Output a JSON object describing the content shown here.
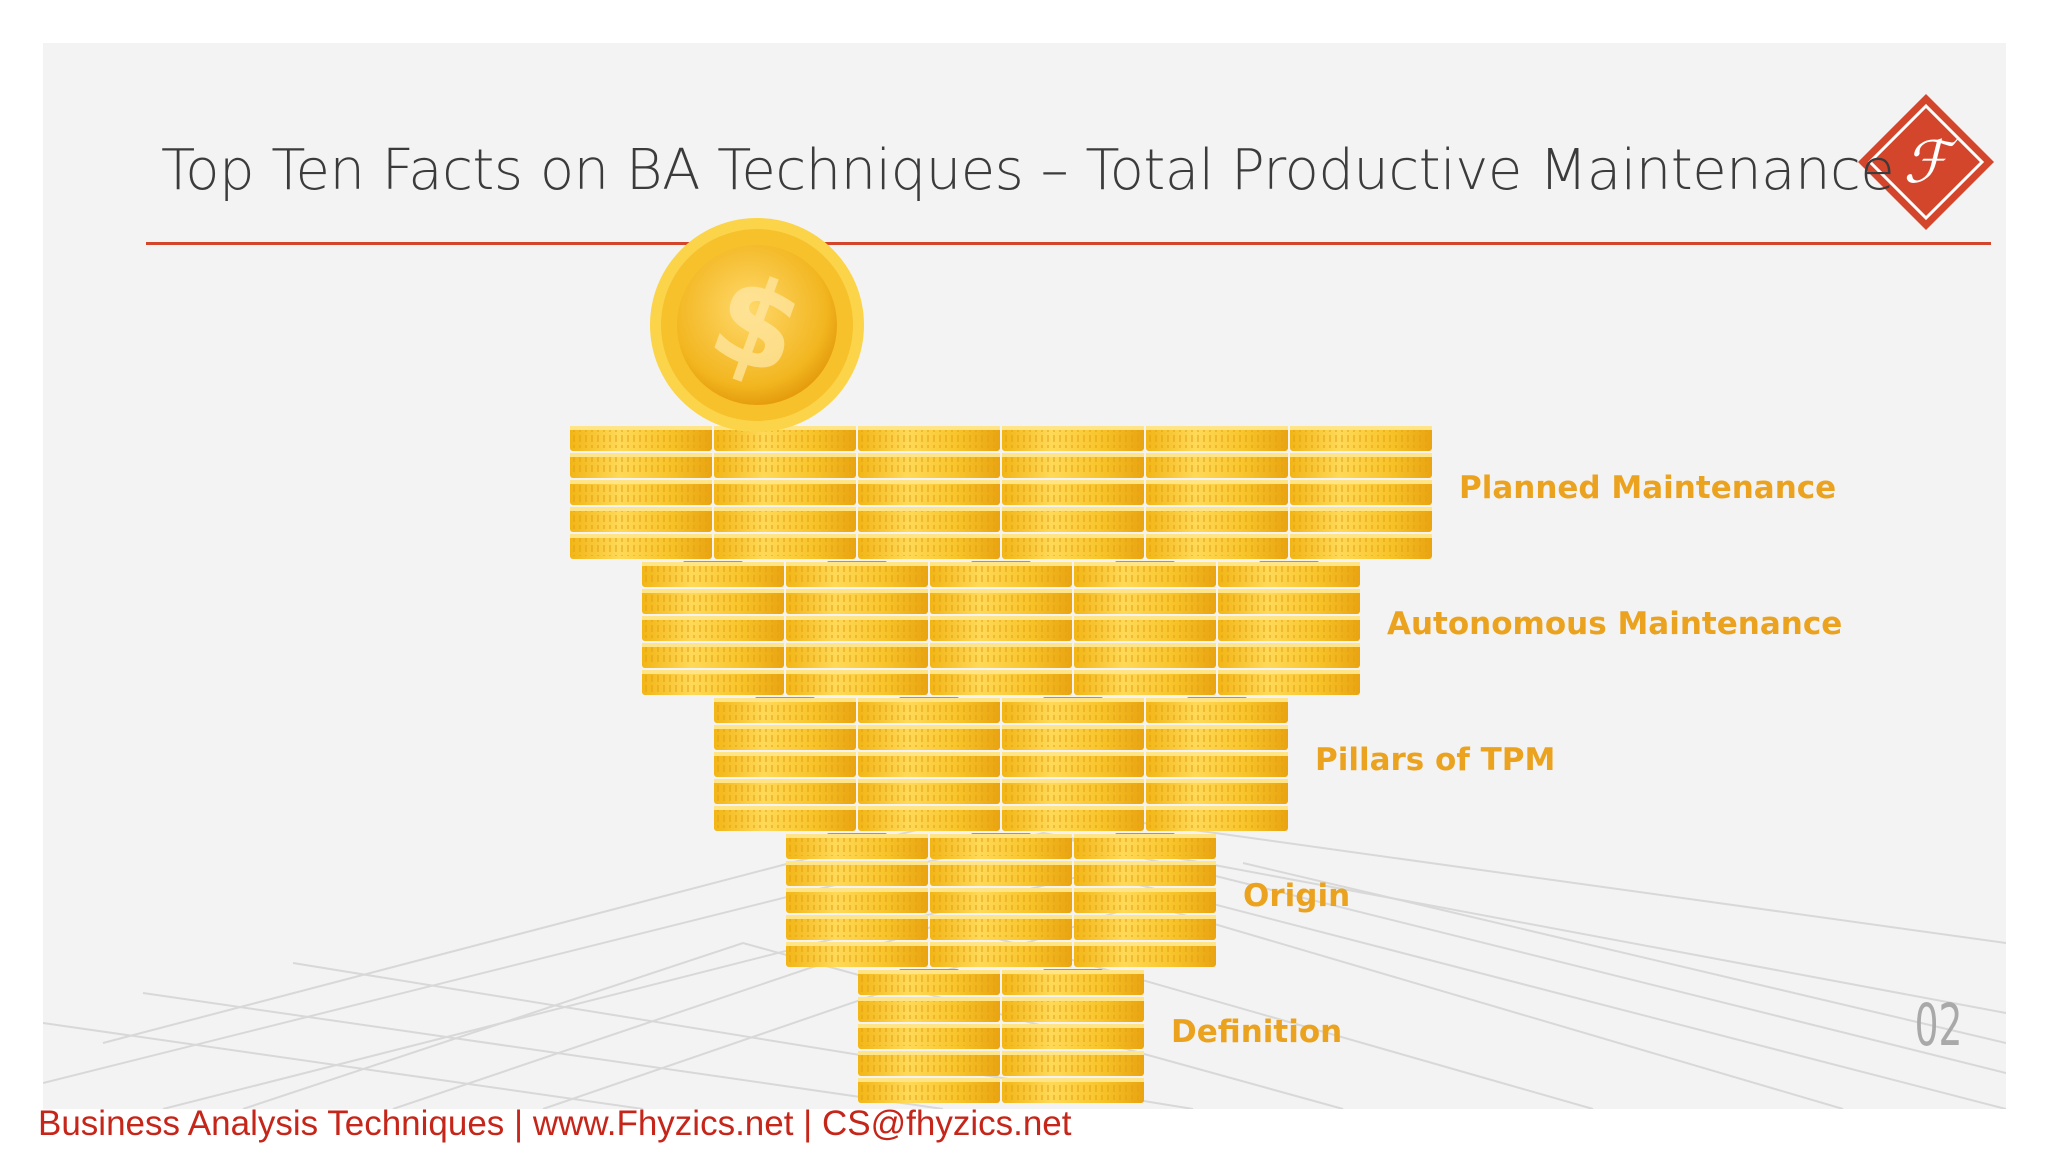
{
  "slide": {
    "title": "Top Ten Facts on BA Techniques – Total Productive Maintenance",
    "logo_letter": "ℱ",
    "page_number": "02"
  },
  "pyramid": {
    "levels": [
      {
        "label": "Planned Maintenance",
        "stacks": 6
      },
      {
        "label": "Autonomous Maintenance",
        "stacks": 5
      },
      {
        "label": "Pillars of TPM",
        "stacks": 4
      },
      {
        "label": "Origin",
        "stacks": 3
      },
      {
        "label": "Definition",
        "stacks": 2
      }
    ],
    "top_coin_icon": "dollar-coin-icon"
  },
  "footer": {
    "text": "Business Analysis Techniques | www.Fhyzics.net | CS@fhyzics.net"
  },
  "colors": {
    "accent": "#d4462c",
    "label": "#eba31f",
    "coin": "#f7c22e",
    "footer": "#c6261a"
  }
}
